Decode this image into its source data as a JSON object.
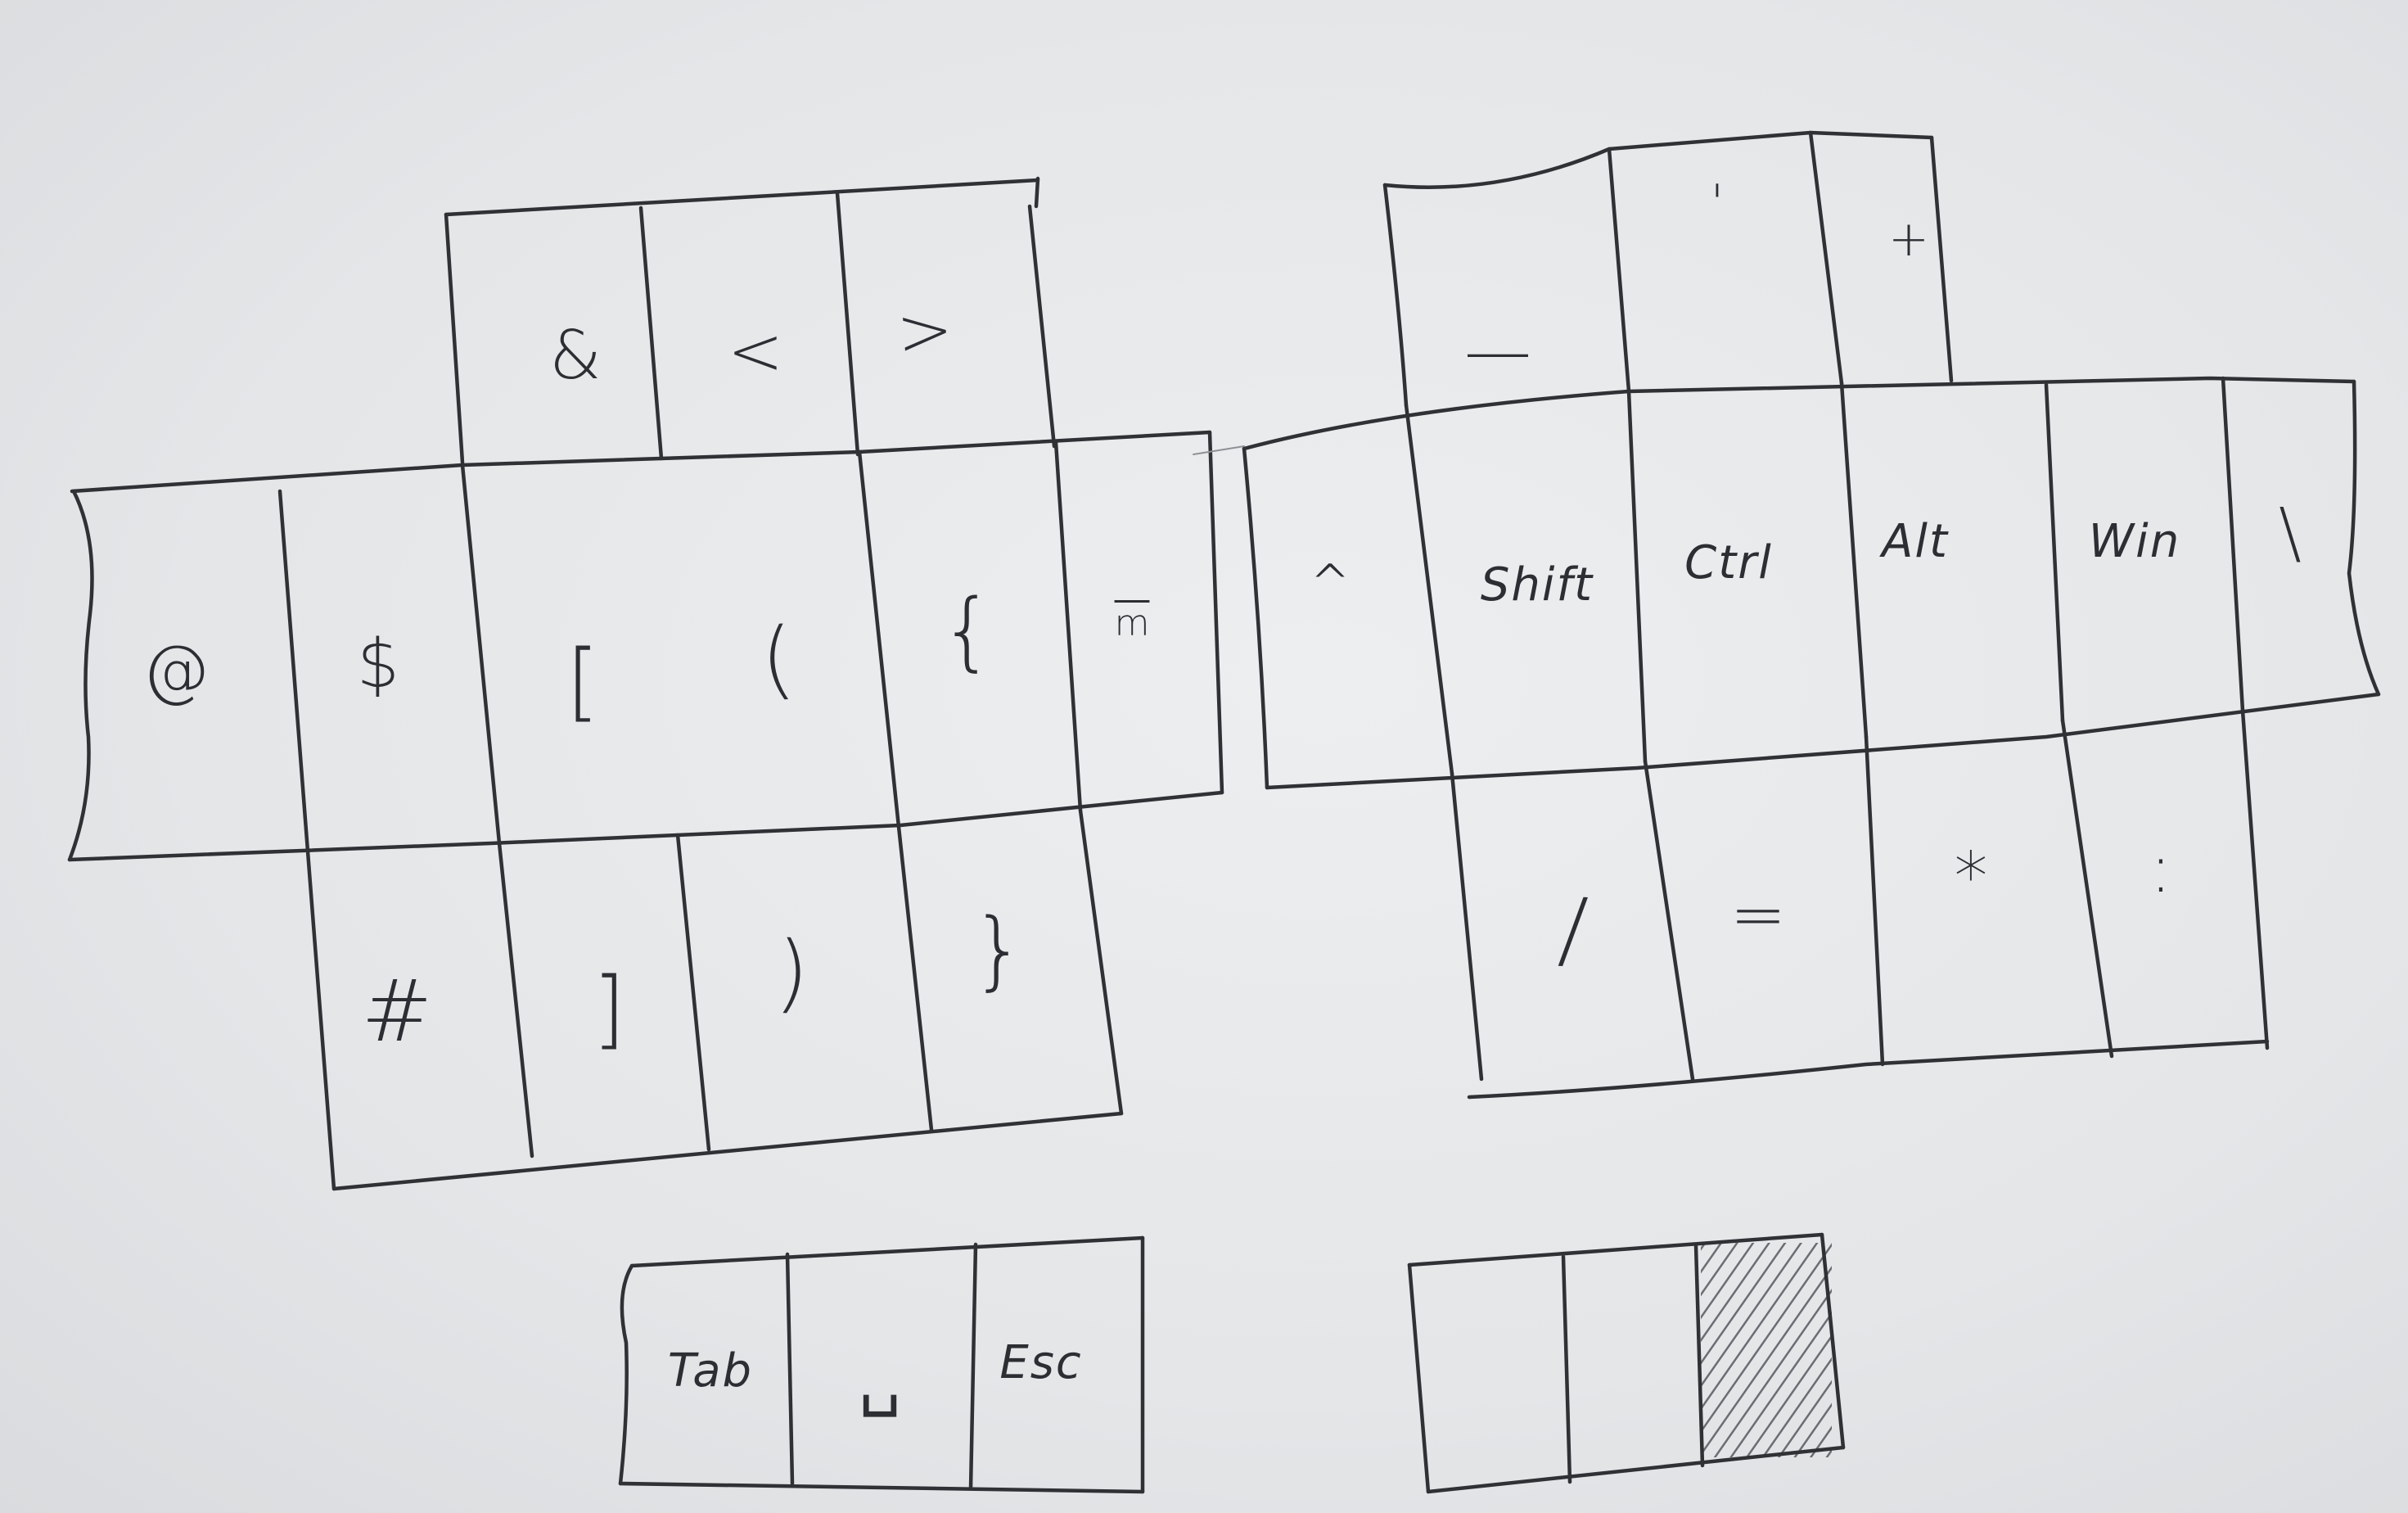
{
  "palette": {
    "paper": "#e6e7e9",
    "pencil": "#2f3135",
    "shade": "#55585e"
  },
  "left_top_row": {
    "k1": "&",
    "k2": "<",
    "k3": ">"
  },
  "left_mid_row": {
    "k1": "@",
    "k2": "$",
    "k3": "[",
    "k4": "(",
    "k5": "{",
    "k6": "m"
  },
  "left_bottom_row": {
    "k1": "#",
    "k2": "]",
    "k3": ")",
    "k4": "}"
  },
  "right_top_row": {
    "k1": "—",
    "k2": "'",
    "k3": "+"
  },
  "right_mid_row": {
    "k1": "^",
    "k2": "Shift",
    "k3": "Ctrl",
    "k4": "Alt",
    "k5": "Win",
    "k6": "\\"
  },
  "right_bottom_row": {
    "k1": "/",
    "k2": "=",
    "k3": "*",
    "k4": ":"
  },
  "left_thumb_row": {
    "k1": "Tab",
    "k2": "␣",
    "k3": "Esc"
  },
  "right_thumb_row": {
    "k1": "",
    "k2": "",
    "k3": "shaded-key"
  }
}
